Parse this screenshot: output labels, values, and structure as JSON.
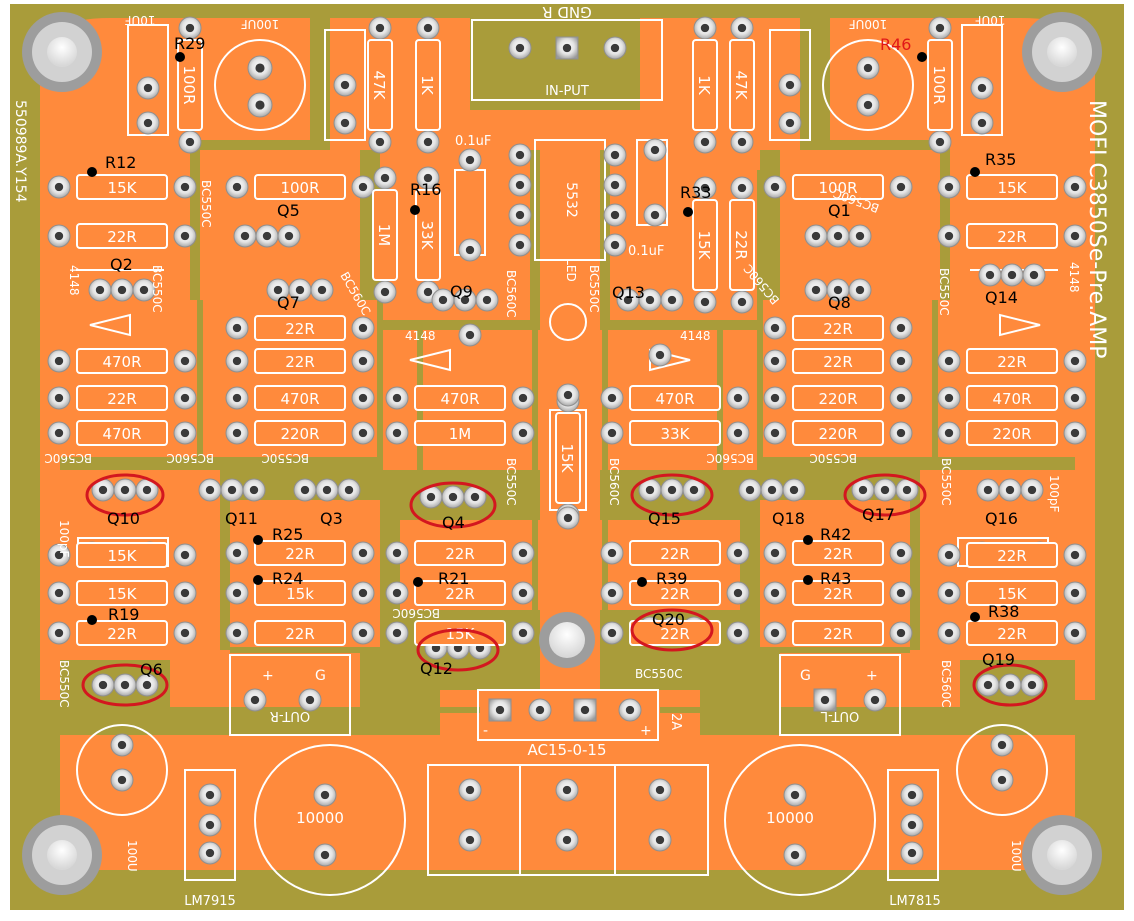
{
  "colors": {
    "board": "#a99c3a",
    "copper": "#ff8a3c",
    "silk": "#ffffff",
    "pad": "#cfcfcf",
    "ring": "#d3171f",
    "label": "#000000",
    "label_red": "#e11717"
  },
  "silk_text": {
    "title": "MOFI C3850Se-Pre.AMP",
    "code": "550989A.Y154",
    "input": "IN-PUT",
    "input_pins": "GND  R",
    "ac": "AC15-0-15",
    "ac_rating": "2A",
    "out_r": "OUT-R",
    "out_l": "OUT-L",
    "ic": "5532",
    "led": "LED",
    "reg_left": "LM7915",
    "reg_right": "LM7815",
    "cap_big": "10000",
    "cap_small": "100U",
    "ground": "G",
    "plus": "+",
    "minus": "-",
    "cap_01": "0.1uF",
    "cap_100pf": "100pF",
    "cap_100uf": "100UF",
    "cap_10uf": "10UF",
    "diode": "4148"
  },
  "resistors": [
    {
      "id": "r-100r-tl",
      "value": "100R"
    },
    {
      "id": "r-47k-l",
      "value": "47K"
    },
    {
      "id": "r-1k-l",
      "value": "1K"
    },
    {
      "id": "r-1k-r",
      "value": "1K"
    },
    {
      "id": "r-47k-r",
      "value": "47K"
    },
    {
      "id": "r-100r-tr",
      "value": "100R"
    },
    {
      "id": "r-15k-a",
      "value": "15K"
    },
    {
      "id": "r-100r-b",
      "value": "100R"
    },
    {
      "id": "r-100r-c",
      "value": "100R"
    },
    {
      "id": "r-15k-d",
      "value": "15K"
    },
    {
      "id": "r-22r-e",
      "value": "22R"
    },
    {
      "id": "r-22r-f",
      "value": "22R"
    },
    {
      "id": "r-22r-g",
      "value": "22R"
    },
    {
      "id": "r-22r-h",
      "value": "22R"
    },
    {
      "id": "r-22r-i",
      "value": "22R"
    },
    {
      "id": "r-22r-j",
      "value": "22R"
    },
    {
      "id": "r-470r-k",
      "value": "470R"
    },
    {
      "id": "r-22r-l",
      "value": "22R"
    },
    {
      "id": "r-22r-m",
      "value": "22R"
    },
    {
      "id": "r-470r-n",
      "value": "470R"
    },
    {
      "id": "r-220r-o",
      "value": "220R"
    },
    {
      "id": "r-470r-p",
      "value": "470R"
    },
    {
      "id": "r-470r-q",
      "value": "470R"
    },
    {
      "id": "r-470r-r",
      "value": "470R"
    },
    {
      "id": "r-470r-s",
      "value": "470R"
    },
    {
      "id": "r-220r-t",
      "value": "220R"
    },
    {
      "id": "r-1m-u",
      "value": "1M"
    },
    {
      "id": "r-33k-v",
      "value": "33K"
    },
    {
      "id": "r-220r-w",
      "value": "220R"
    },
    {
      "id": "r-220r-x",
      "value": "220R"
    },
    {
      "id": "r-33k-y",
      "value": "33K"
    },
    {
      "id": "r-1m-z",
      "value": "1M"
    },
    {
      "id": "r-15k-v1",
      "value": "15K"
    },
    {
      "id": "r-22r-v2",
      "value": "22R"
    },
    {
      "id": "r-15k-v3",
      "value": "15K"
    },
    {
      "id": "r-22r-v4",
      "value": "22R"
    },
    {
      "id": "r-15k-mid",
      "value": "15k"
    },
    {
      "id": "r-22r-1",
      "value": "22R"
    },
    {
      "id": "r-22r-2",
      "value": "22R"
    },
    {
      "id": "r-22r-3",
      "value": "22R"
    },
    {
      "id": "r-22r-4",
      "value": "22R"
    },
    {
      "id": "r-22r-5",
      "value": "22R"
    },
    {
      "id": "r-22r-6",
      "value": "22R"
    },
    {
      "id": "r-22r-7",
      "value": "22R"
    },
    {
      "id": "r-22r-8",
      "value": "22R"
    },
    {
      "id": "r-15k-9",
      "value": "15K"
    },
    {
      "id": "r-22r-10",
      "value": "22R"
    },
    {
      "id": "r-15k-11",
      "value": "15K"
    },
    {
      "id": "r-22r-12",
      "value": "22R"
    },
    {
      "id": "r-15k-13",
      "value": "15K"
    },
    {
      "id": "r-22r-14",
      "value": "22R"
    },
    {
      "id": "r-15k-15",
      "value": "15K"
    },
    {
      "id": "r-22r-16",
      "value": "22R"
    }
  ],
  "transistor_types": {
    "bc550c": "BC550C",
    "bc560c": "BC560C"
  },
  "labels": [
    {
      "id": "lbl-r29",
      "text": "R29"
    },
    {
      "id": "lbl-r46",
      "text": "R46"
    },
    {
      "id": "lbl-r12",
      "text": "R12"
    },
    {
      "id": "lbl-r35",
      "text": "R35"
    },
    {
      "id": "lbl-r16",
      "text": "R16"
    },
    {
      "id": "lbl-r33",
      "text": "R33"
    },
    {
      "id": "lbl-q5",
      "text": "Q5"
    },
    {
      "id": "lbl-q1",
      "text": "Q1"
    },
    {
      "id": "lbl-q2",
      "text": "Q2"
    },
    {
      "id": "lbl-q14",
      "text": "Q14"
    },
    {
      "id": "lbl-q7",
      "text": "Q7"
    },
    {
      "id": "lbl-q8",
      "text": "Q8"
    },
    {
      "id": "lbl-q9",
      "text": "Q9"
    },
    {
      "id": "lbl-q13",
      "text": "Q13"
    },
    {
      "id": "lbl-q10",
      "text": "Q10"
    },
    {
      "id": "lbl-q11",
      "text": "Q11"
    },
    {
      "id": "lbl-q3",
      "text": "Q3"
    },
    {
      "id": "lbl-q4",
      "text": "Q4"
    },
    {
      "id": "lbl-q15",
      "text": "Q15"
    },
    {
      "id": "lbl-q18",
      "text": "Q18"
    },
    {
      "id": "lbl-q17",
      "text": "Q17"
    },
    {
      "id": "lbl-q16",
      "text": "Q16"
    },
    {
      "id": "lbl-r25",
      "text": "R25"
    },
    {
      "id": "lbl-r42",
      "text": "R42"
    },
    {
      "id": "lbl-r24",
      "text": "R24"
    },
    {
      "id": "lbl-r21",
      "text": "R21"
    },
    {
      "id": "lbl-r39",
      "text": "R39"
    },
    {
      "id": "lbl-r43",
      "text": "R43"
    },
    {
      "id": "lbl-r19",
      "text": "R19"
    },
    {
      "id": "lbl-r38",
      "text": "R38"
    },
    {
      "id": "lbl-q20",
      "text": "Q20"
    },
    {
      "id": "lbl-q12",
      "text": "Q12"
    },
    {
      "id": "lbl-q6",
      "text": "Q6"
    },
    {
      "id": "lbl-q19",
      "text": "Q19"
    }
  ]
}
